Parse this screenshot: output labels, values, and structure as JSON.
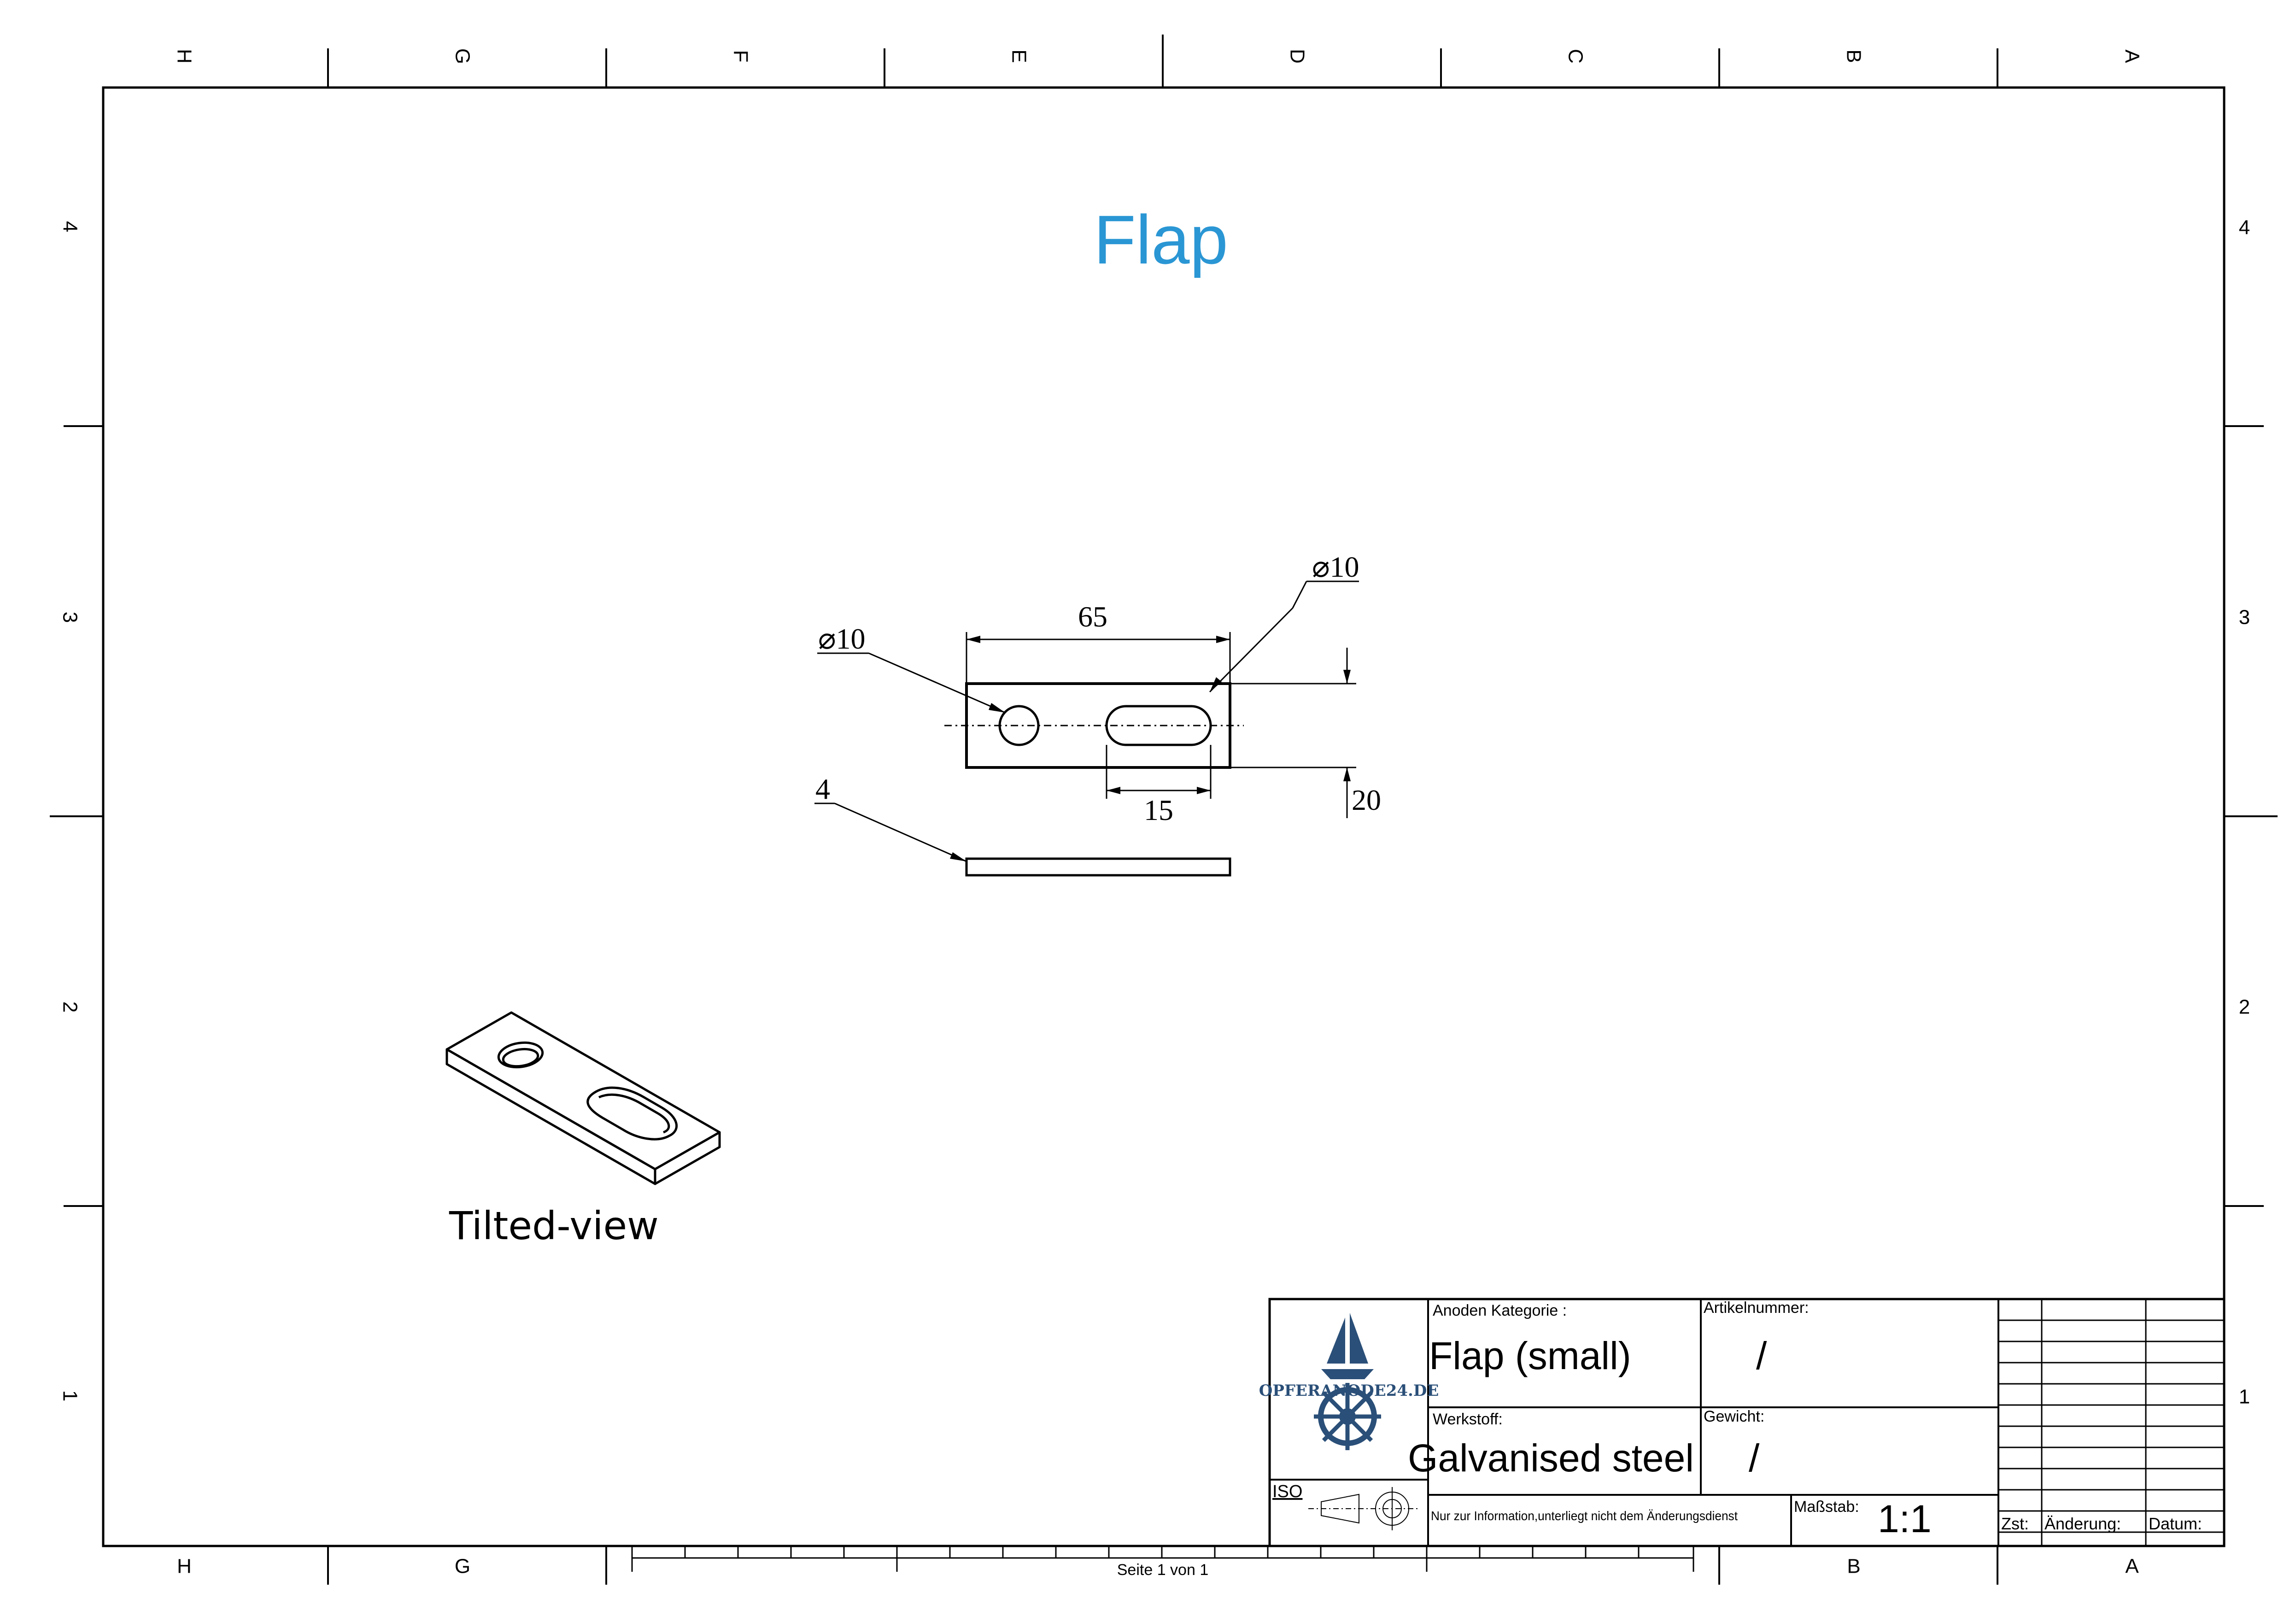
{
  "title": "Flap",
  "colors": {
    "title": "#2a96d4",
    "logo": "#2a4f78",
    "line": "#000000"
  },
  "zones": {
    "columns": [
      "H",
      "G",
      "F",
      "E",
      "D",
      "C",
      "B",
      "A"
    ],
    "rows": [
      "4",
      "3",
      "2",
      "1"
    ],
    "bottom_columns": [
      "H",
      "G",
      "B",
      "A"
    ]
  },
  "dimensions": {
    "left_hole": "⌀10",
    "slot": "⌀10",
    "length": "65",
    "slot_length": "15",
    "width": "20",
    "thickness": "4"
  },
  "tilted_view_label": "Tilted-view",
  "title_block": {
    "logo_text": "OPFERANODE24.DE",
    "logo_icon": "sailboat-helm-icon",
    "iso_label": "ISO",
    "projection_icon": "first-angle-projection-icon",
    "category_label": "Anoden Kategorie :",
    "category_value": "Flap (small)",
    "article_label": "Artikelnummer:",
    "article_value": "/",
    "material_label": "Werkstoff:",
    "material_value": "Galvanised steel",
    "weight_label": "Gewicht:",
    "weight_value": "/",
    "note": "Nur zur Information,unterliegt nicht dem Änderungsdienst",
    "scale_label": "Maßstab:",
    "scale_value": "1:1",
    "rev_zst": "Zst:",
    "rev_change": "Änderung:",
    "rev_date": "Datum:"
  },
  "page_label": "Seite 1 von 1"
}
